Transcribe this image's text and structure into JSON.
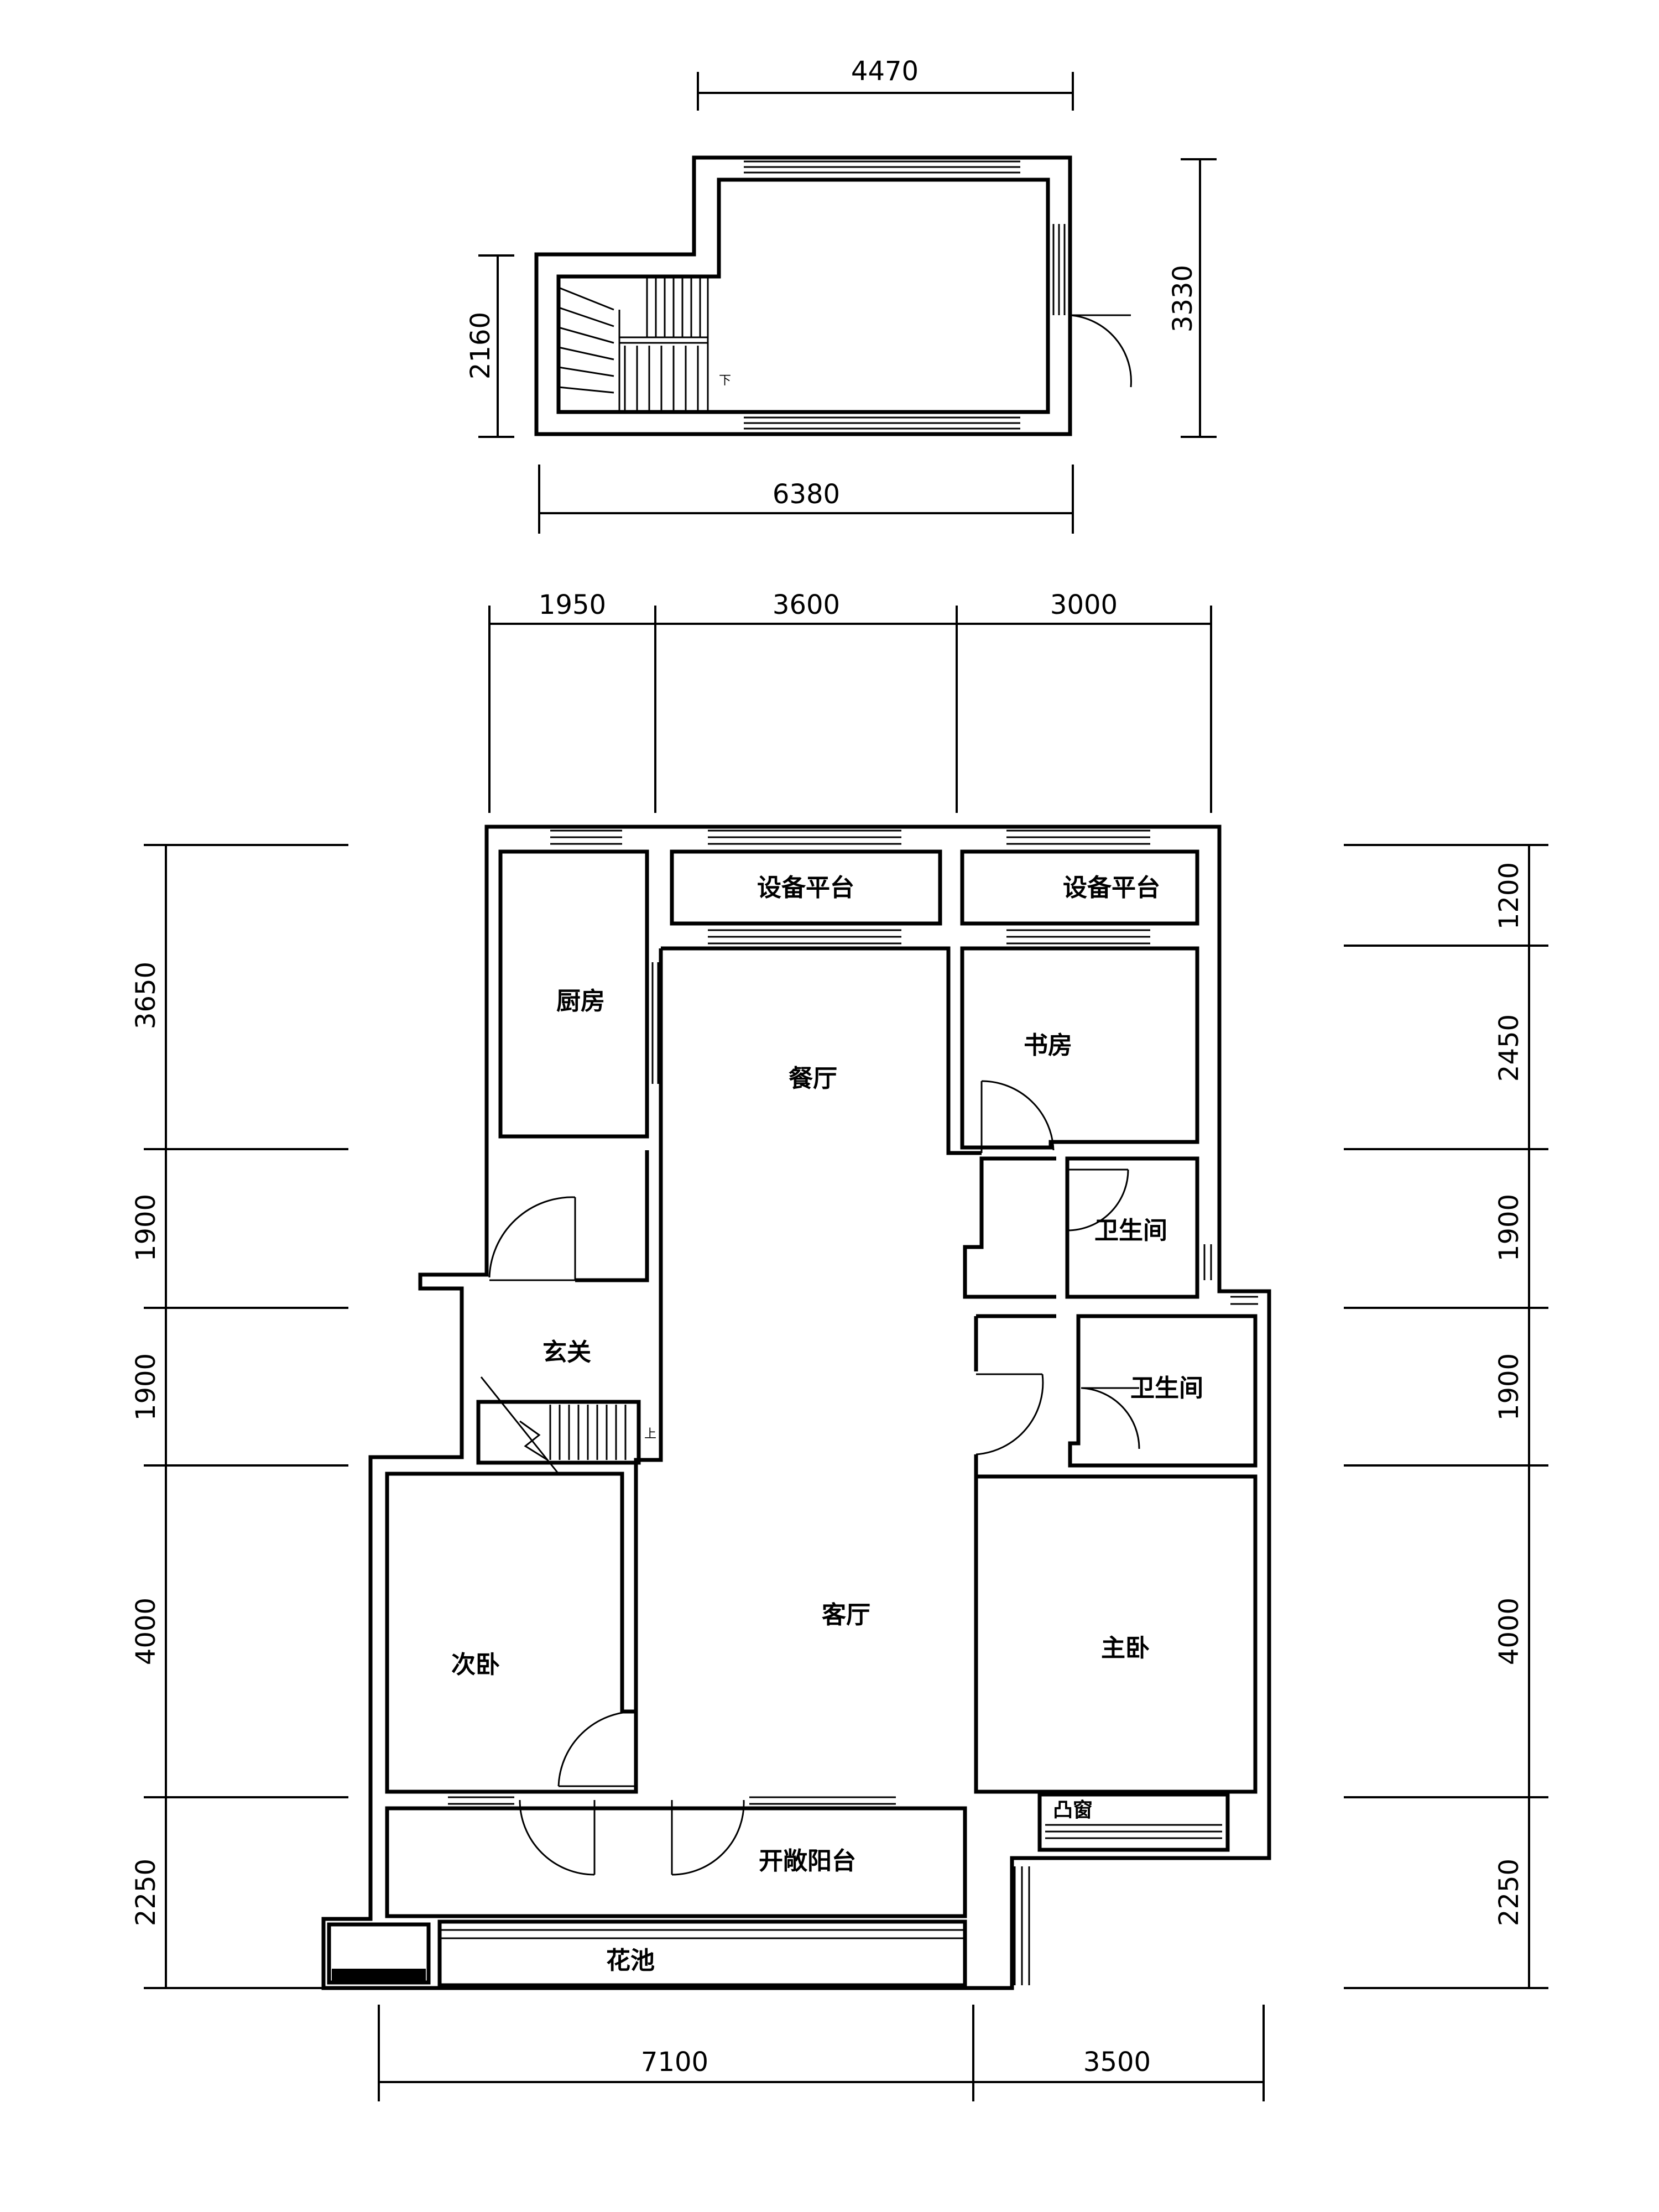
{
  "upper_floor": {
    "dim_top": "4470",
    "dim_bottom": "6380",
    "dim_left": "2160",
    "dim_right": "3330",
    "stair_mark": "下"
  },
  "main_floor": {
    "dims_top": [
      "1950",
      "3600",
      "3000"
    ],
    "dims_bottom": [
      "7100",
      "3500"
    ],
    "dims_left": [
      "3650",
      "1900",
      "1900",
      "4000",
      "2250"
    ],
    "dims_right": [
      "1200",
      "2450",
      "1900",
      "1900",
      "4000",
      "2250"
    ],
    "stair_mark": "上",
    "rooms": {
      "kitchen": "厨房",
      "equip_left": "设备平台",
      "equip_right": "设备平台",
      "dining": "餐厅",
      "study": "书房",
      "bath_upper": "卫生间",
      "bath_lower": "卫生间",
      "entrance": "玄关",
      "living": "客厅",
      "second_bedroom": "次卧",
      "master_bedroom": "主卧",
      "bay_window": "凸窗",
      "balcony": "开敞阳台",
      "planter": "花池"
    }
  }
}
